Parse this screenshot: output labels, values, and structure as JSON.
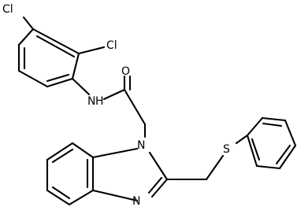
{
  "atoms": {
    "cl_top": "Cl",
    "cl_mid": "Cl",
    "nh": "N",
    "nh_h": "H",
    "oxygen": "O",
    "n1": "N",
    "n3": "N",
    "sulfur": "S"
  }
}
